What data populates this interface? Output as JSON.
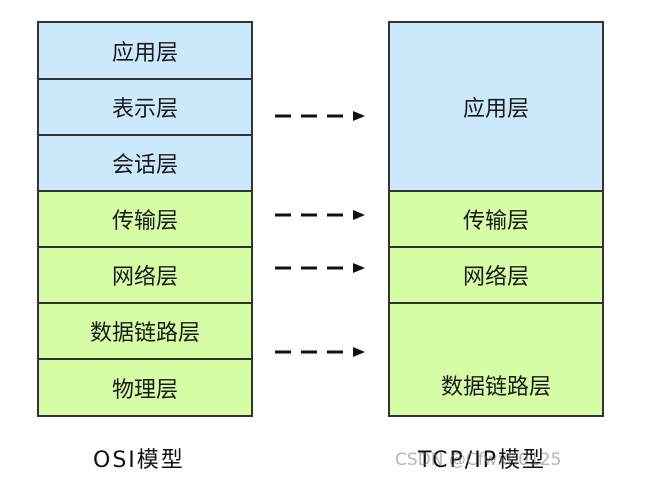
{
  "osi": {
    "caption": "OSI模型",
    "layers": [
      "应用层",
      "表示层",
      "会话层",
      "传输层",
      "网络层",
      "数据链路层",
      "物理层"
    ]
  },
  "tcpip": {
    "caption": "TCP/IP模型",
    "layers": [
      "应用层",
      "传输层",
      "网络层",
      "数据链路层"
    ]
  },
  "colors": {
    "upper_layer_fill": "#cce9fb",
    "lower_layer_fill": "#d6fca6",
    "border": "#333333"
  },
  "watermark": "CSDN @Cfwxh0125"
}
